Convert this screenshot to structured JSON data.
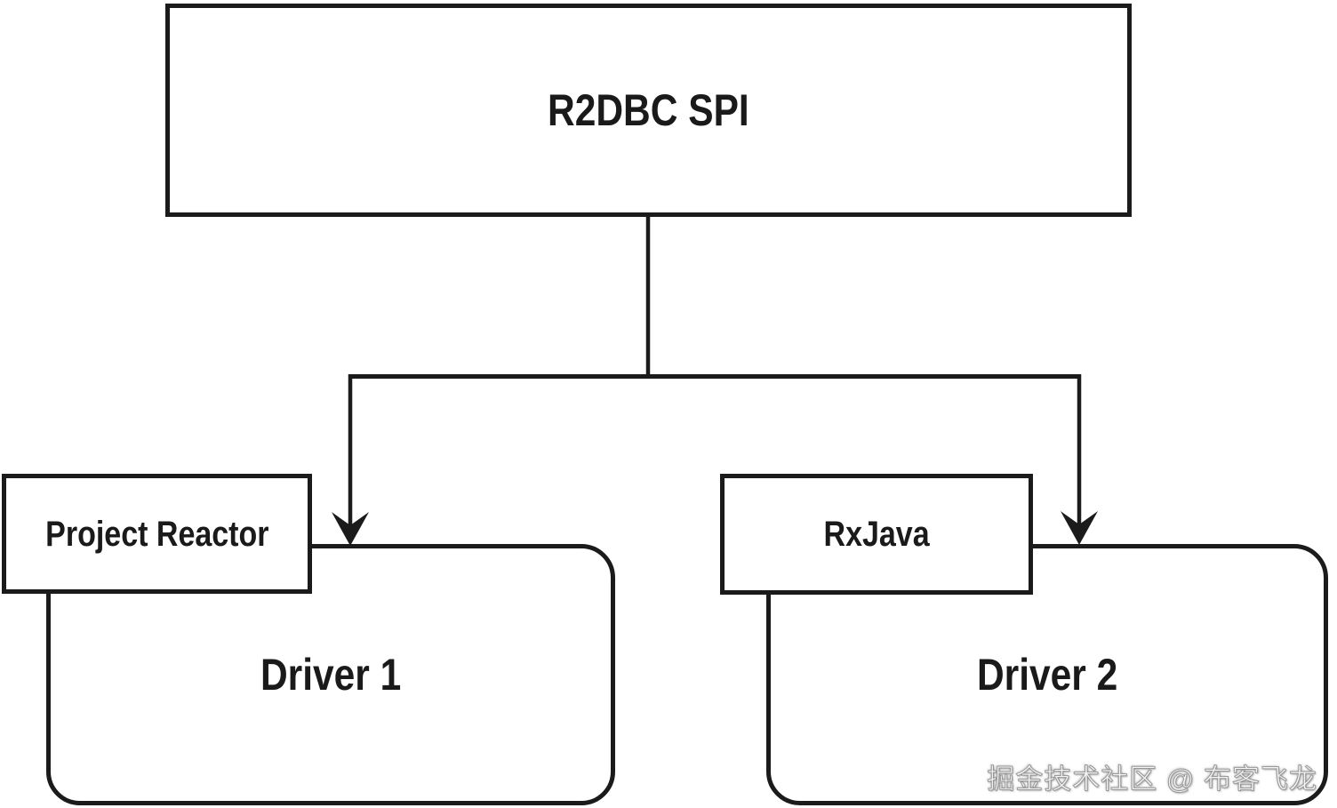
{
  "diagram": {
    "spi_box": {
      "label": "R2DBC SPI"
    },
    "frameworks": [
      {
        "label": "Project Reactor"
      },
      {
        "label": "RxJava"
      }
    ],
    "drivers": [
      {
        "label": "Driver 1"
      },
      {
        "label": "Driver 2"
      }
    ],
    "edges": [
      {
        "from": "R2DBC SPI",
        "to": "Driver 1",
        "arrow": "down"
      },
      {
        "from": "R2DBC SPI",
        "to": "Driver 2",
        "arrow": "down"
      }
    ],
    "attachments": [
      {
        "framework": "Project Reactor",
        "driver": "Driver 1"
      },
      {
        "framework": "RxJava",
        "driver": "Driver 2"
      }
    ],
    "watermark": "掘金技术社区 @ 布客飞龙",
    "colors": {
      "line": "#1b1b1b",
      "box_fill": "#ffffff",
      "text": "#1a1a1a",
      "background": "#ffffff",
      "watermark_fill": "#fcfcfc",
      "watermark_outline": "#8c8c8c"
    }
  }
}
